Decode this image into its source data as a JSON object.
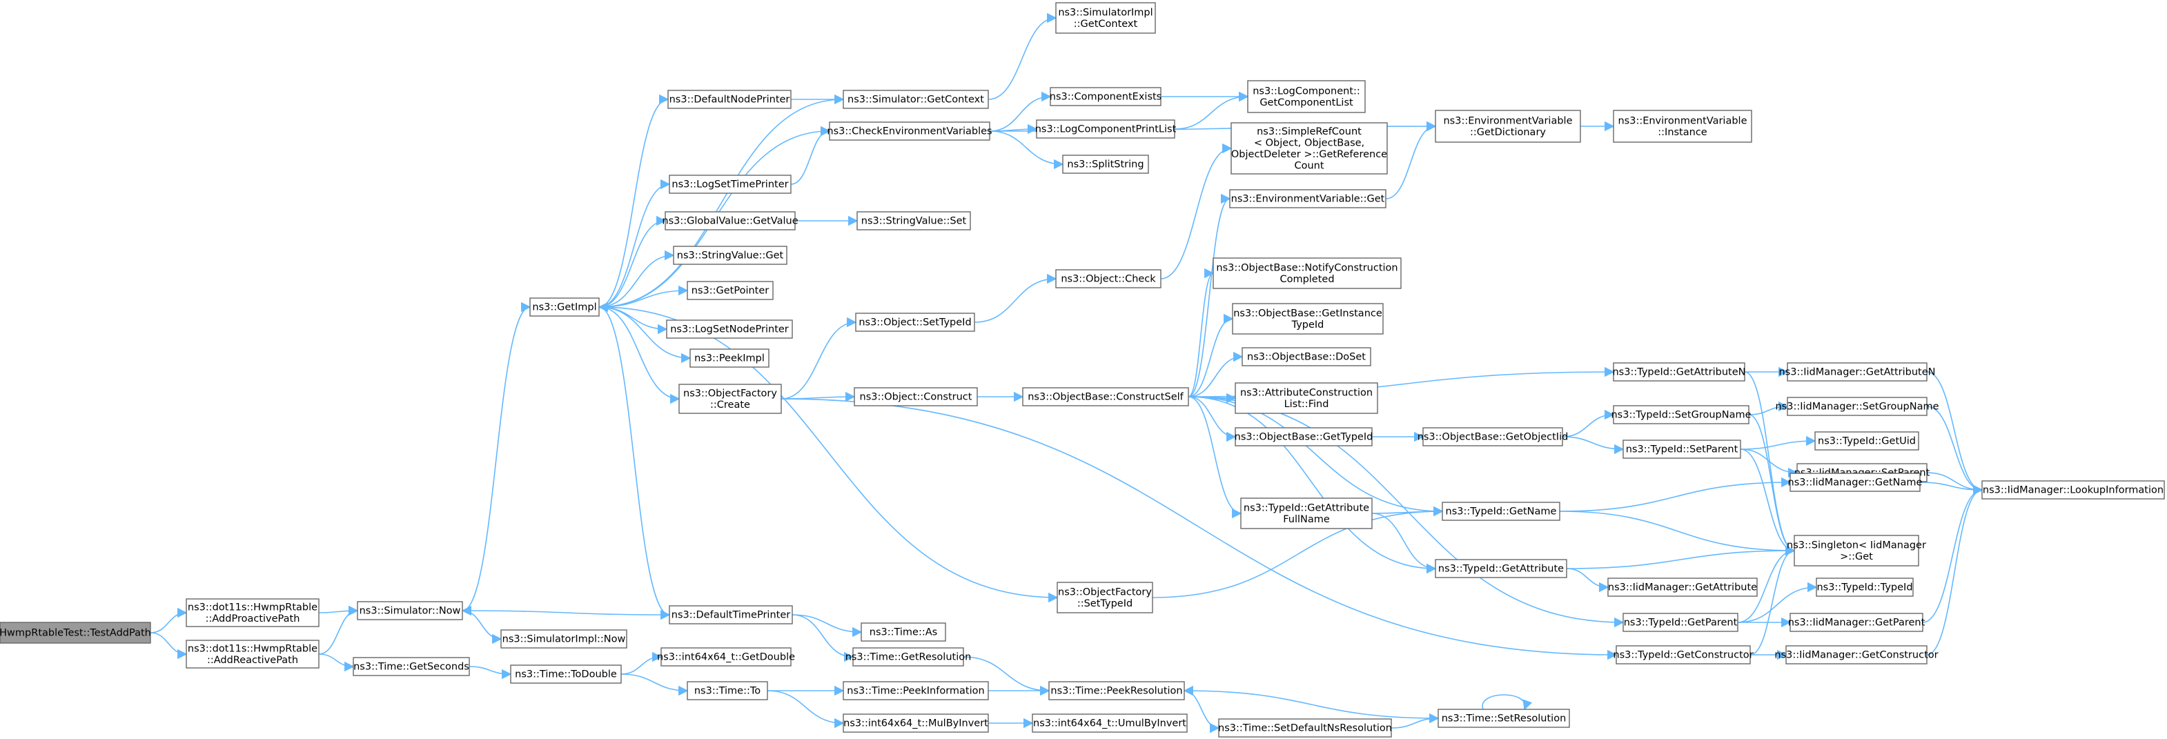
{
  "graph": {
    "edge_color": "#63b8ff",
    "node_border_color": "#666666",
    "root_fill_color": "#999999",
    "nodes": [
      {
        "id": "n0",
        "lines": [
          "HwmpRtableTest::TestAddPath"
        ],
        "root": true
      },
      {
        "id": "n1",
        "lines": [
          "ns3::dot11s::HwmpRtable",
          "::AddProactivePath"
        ]
      },
      {
        "id": "n2",
        "lines": [
          "ns3::dot11s::HwmpRtable",
          "::AddReactivePath"
        ]
      },
      {
        "id": "n3",
        "lines": [
          "ns3::Simulator::Now"
        ]
      },
      {
        "id": "n4",
        "lines": [
          "ns3::Time::GetSeconds"
        ]
      },
      {
        "id": "n5",
        "lines": [
          "ns3::GetImpl"
        ]
      },
      {
        "id": "n6",
        "lines": [
          "ns3::SimulatorImpl::Now"
        ]
      },
      {
        "id": "n7",
        "lines": [
          "ns3::Time::ToDouble"
        ]
      },
      {
        "id": "n8",
        "lines": [
          "ns3::DefaultNodePrinter"
        ]
      },
      {
        "id": "n9",
        "lines": [
          "ns3::CheckEnvironmentVariables"
        ]
      },
      {
        "id": "n10",
        "lines": [
          "ns3::LogSetTimePrinter"
        ]
      },
      {
        "id": "n11",
        "lines": [
          "ns3::GlobalValue::GetValue"
        ]
      },
      {
        "id": "n12",
        "lines": [
          "ns3::StringValue::Get"
        ]
      },
      {
        "id": "n13",
        "lines": [
          "ns3::GetPointer"
        ]
      },
      {
        "id": "n14",
        "lines": [
          "ns3::LogSetNodePrinter"
        ]
      },
      {
        "id": "n15",
        "lines": [
          "ns3::PeekImpl"
        ]
      },
      {
        "id": "n16",
        "lines": [
          "ns3::ObjectFactory",
          "::Create"
        ]
      },
      {
        "id": "n17",
        "lines": [
          "ns3::DefaultTimePrinter"
        ]
      },
      {
        "id": "n18",
        "lines": [
          "ns3::Simulator::GetContext"
        ]
      },
      {
        "id": "n19",
        "lines": [
          "ns3::SimulatorImpl",
          "::GetContext"
        ]
      },
      {
        "id": "n20",
        "lines": [
          "ns3::ComponentExists"
        ]
      },
      {
        "id": "n21",
        "lines": [
          "ns3::LogComponentPrintList"
        ]
      },
      {
        "id": "n22",
        "lines": [
          "ns3::SplitString"
        ]
      },
      {
        "id": "n23",
        "lines": [
          "ns3::LogComponent::",
          "GetComponentList"
        ]
      },
      {
        "id": "n24",
        "lines": [
          "ns3::EnvironmentVariable",
          "::GetDictionary"
        ]
      },
      {
        "id": "n25",
        "lines": [
          "ns3::EnvironmentVariable",
          "::Instance"
        ]
      },
      {
        "id": "n26",
        "lines": [
          "ns3::StringValue::Set"
        ]
      },
      {
        "id": "n27",
        "lines": [
          "ns3::Object::SetTypeId"
        ]
      },
      {
        "id": "n28",
        "lines": [
          "ns3::Object::Construct"
        ]
      },
      {
        "id": "n29",
        "lines": [
          "ns3::Object::Check"
        ]
      },
      {
        "id": "n30",
        "lines": [
          "ns3::ObjectBase::ConstructSelf"
        ]
      },
      {
        "id": "n31",
        "lines": [
          "ns3::SimpleRefCount",
          "< Object, ObjectBase,",
          "ObjectDeleter >::GetReference",
          "Count"
        ]
      },
      {
        "id": "n32",
        "lines": [
          "ns3::EnvironmentVariable::Get"
        ]
      },
      {
        "id": "n33",
        "lines": [
          "ns3::ObjectBase::NotifyConstruction",
          "Completed"
        ]
      },
      {
        "id": "n34",
        "lines": [
          "ns3::ObjectBase::GetInstance",
          "TypeId"
        ]
      },
      {
        "id": "n35",
        "lines": [
          "ns3::ObjectBase::DoSet"
        ]
      },
      {
        "id": "n36",
        "lines": [
          "ns3::AttributeConstruction",
          "List::Find"
        ]
      },
      {
        "id": "n37",
        "lines": [
          "ns3::ObjectBase::GetTypeId"
        ]
      },
      {
        "id": "n38",
        "lines": [
          "ns3::ObjectBase::GetObjectIid"
        ]
      },
      {
        "id": "n39",
        "lines": [
          "ns3::TypeId::GetAttribute",
          "FullName"
        ]
      },
      {
        "id": "n40",
        "lines": [
          "ns3::TypeId::GetName"
        ]
      },
      {
        "id": "n41",
        "lines": [
          "ns3::TypeId::GetAttribute"
        ]
      },
      {
        "id": "n42",
        "lines": [
          "ns3::TypeId::GetAttributeN"
        ]
      },
      {
        "id": "n43",
        "lines": [
          "ns3::IidManager::GetAttributeN"
        ]
      },
      {
        "id": "n44",
        "lines": [
          "ns3::TypeId::SetGroupName"
        ]
      },
      {
        "id": "n45",
        "lines": [
          "ns3::IidManager::SetGroupName"
        ]
      },
      {
        "id": "n46",
        "lines": [
          "ns3::TypeId::SetParent"
        ]
      },
      {
        "id": "n47",
        "lines": [
          "ns3::TypeId::GetUid"
        ]
      },
      {
        "id": "n48",
        "lines": [
          "ns3::IidManager::SetParent"
        ]
      },
      {
        "id": "n49",
        "lines": [
          "ns3::IidManager::GetName"
        ]
      },
      {
        "id": "n50",
        "lines": [
          "ns3::IidManager::LookupInformation"
        ]
      },
      {
        "id": "n51",
        "lines": [
          "ns3::Singleton< IidManager",
          ">::Get"
        ]
      },
      {
        "id": "n52",
        "lines": [
          "ns3::IidManager::GetAttribute"
        ]
      },
      {
        "id": "n53",
        "lines": [
          "ns3::TypeId::GetParent"
        ]
      },
      {
        "id": "n54",
        "lines": [
          "ns3::TypeId::TypeId"
        ]
      },
      {
        "id": "n55",
        "lines": [
          "ns3::IidManager::GetParent"
        ]
      },
      {
        "id": "n56",
        "lines": [
          "ns3::TypeId::GetConstructor"
        ]
      },
      {
        "id": "n57",
        "lines": [
          "ns3::IidManager::GetConstructor"
        ]
      },
      {
        "id": "n58",
        "lines": [
          "ns3::ObjectFactory",
          "::SetTypeId"
        ]
      },
      {
        "id": "n59",
        "lines": [
          "ns3::Time::As"
        ]
      },
      {
        "id": "n60",
        "lines": [
          "ns3::Time::GetResolution"
        ]
      },
      {
        "id": "n61",
        "lines": [
          "ns3::int64x64_t::GetDouble"
        ]
      },
      {
        "id": "n62",
        "lines": [
          "ns3::Time::To"
        ]
      },
      {
        "id": "n63",
        "lines": [
          "ns3::Time::PeekInformation"
        ]
      },
      {
        "id": "n64",
        "lines": [
          "ns3::Time::PeekResolution"
        ]
      },
      {
        "id": "n65",
        "lines": [
          "ns3::int64x64_t::MulByInvert"
        ]
      },
      {
        "id": "n66",
        "lines": [
          "ns3::int64x64_t::UmulByInvert"
        ]
      },
      {
        "id": "n67",
        "lines": [
          "ns3::Time::SetDefaultNsResolution"
        ]
      },
      {
        "id": "n68",
        "lines": [
          "ns3::Time::SetResolution"
        ]
      }
    ],
    "edges": [
      [
        "n0",
        "n1"
      ],
      [
        "n0",
        "n2"
      ],
      [
        "n1",
        "n3"
      ],
      [
        "n2",
        "n3"
      ],
      [
        "n2",
        "n4"
      ],
      [
        "n3",
        "n5"
      ],
      [
        "n3",
        "n6"
      ],
      [
        "n4",
        "n7"
      ],
      [
        "n5",
        "n8"
      ],
      [
        "n5",
        "n9"
      ],
      [
        "n5",
        "n10"
      ],
      [
        "n5",
        "n11"
      ],
      [
        "n5",
        "n12"
      ],
      [
        "n5",
        "n13"
      ],
      [
        "n5",
        "n14"
      ],
      [
        "n5",
        "n15"
      ],
      [
        "n5",
        "n16"
      ],
      [
        "n5",
        "n17"
      ],
      [
        "n5",
        "n58"
      ],
      [
        "n8",
        "n18"
      ],
      [
        "n18",
        "n19"
      ],
      [
        "n18",
        "n5"
      ],
      [
        "n9",
        "n20"
      ],
      [
        "n9",
        "n21"
      ],
      [
        "n9",
        "n22"
      ],
      [
        "n9",
        "n24"
      ],
      [
        "n20",
        "n23"
      ],
      [
        "n21",
        "n23"
      ],
      [
        "n24",
        "n25"
      ],
      [
        "n10",
        "n9"
      ],
      [
        "n11",
        "n26"
      ],
      [
        "n16",
        "n27"
      ],
      [
        "n16",
        "n28"
      ],
      [
        "n16",
        "n56"
      ],
      [
        "n27",
        "n29"
      ],
      [
        "n29",
        "n31"
      ],
      [
        "n28",
        "n30"
      ],
      [
        "n30",
        "n32"
      ],
      [
        "n30",
        "n33"
      ],
      [
        "n30",
        "n34"
      ],
      [
        "n30",
        "n35"
      ],
      [
        "n30",
        "n36"
      ],
      [
        "n30",
        "n37"
      ],
      [
        "n30",
        "n39"
      ],
      [
        "n30",
        "n40"
      ],
      [
        "n30",
        "n41"
      ],
      [
        "n30",
        "n42"
      ],
      [
        "n30",
        "n53"
      ],
      [
        "n32",
        "n24"
      ],
      [
        "n37",
        "n38"
      ],
      [
        "n38",
        "n44"
      ],
      [
        "n38",
        "n46"
      ],
      [
        "n39",
        "n40"
      ],
      [
        "n39",
        "n41"
      ],
      [
        "n40",
        "n49"
      ],
      [
        "n40",
        "n51"
      ],
      [
        "n41",
        "n51"
      ],
      [
        "n41",
        "n52"
      ],
      [
        "n42",
        "n43"
      ],
      [
        "n42",
        "n51"
      ],
      [
        "n43",
        "n50"
      ],
      [
        "n44",
        "n45"
      ],
      [
        "n44",
        "n51"
      ],
      [
        "n45",
        "n50"
      ],
      [
        "n46",
        "n47"
      ],
      [
        "n46",
        "n48"
      ],
      [
        "n46",
        "n51"
      ],
      [
        "n48",
        "n50"
      ],
      [
        "n49",
        "n50"
      ],
      [
        "n53",
        "n51"
      ],
      [
        "n53",
        "n54"
      ],
      [
        "n53",
        "n55"
      ],
      [
        "n55",
        "n50"
      ],
      [
        "n56",
        "n51"
      ],
      [
        "n56",
        "n57"
      ],
      [
        "n57",
        "n50"
      ],
      [
        "n58",
        "n40"
      ],
      [
        "n17",
        "n3"
      ],
      [
        "n17",
        "n59"
      ],
      [
        "n17",
        "n60"
      ],
      [
        "n60",
        "n64"
      ],
      [
        "n7",
        "n61"
      ],
      [
        "n7",
        "n62"
      ],
      [
        "n62",
        "n63"
      ],
      [
        "n62",
        "n65"
      ],
      [
        "n63",
        "n64"
      ],
      [
        "n65",
        "n66"
      ],
      [
        "n64",
        "n67"
      ],
      [
        "n67",
        "n68"
      ],
      [
        "n68",
        "n64"
      ],
      [
        "n68",
        "n68"
      ]
    ]
  }
}
